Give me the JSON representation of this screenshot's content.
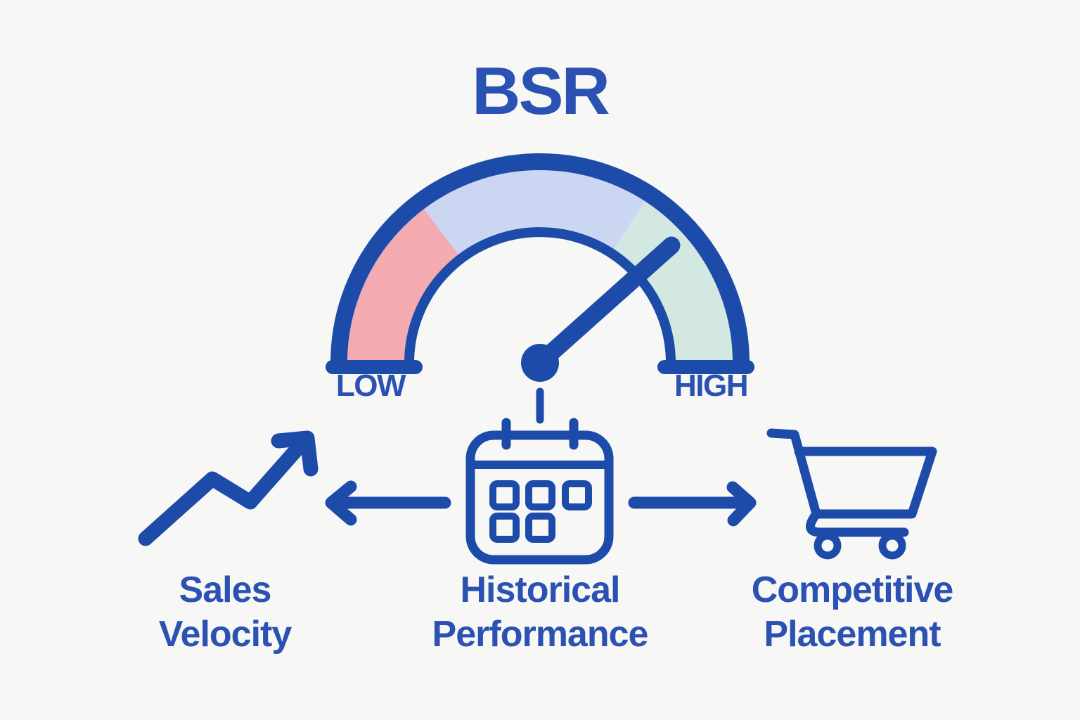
{
  "title": "BSR",
  "gauge": {
    "low_label": "LOW",
    "high_label": "HIGH",
    "needle_angle_deg": 42,
    "needle_points_to": "high",
    "segments": [
      {
        "name": "low",
        "color": "#f4aab1"
      },
      {
        "name": "mid",
        "color": "#cbd7f2"
      },
      {
        "name": "high",
        "color": "#d4e8e2"
      }
    ]
  },
  "factors": [
    {
      "id": "sales-velocity",
      "label": "Sales Velocity",
      "icon": "trending-up-icon"
    },
    {
      "id": "historical-performance",
      "label": "Historical Performance",
      "icon": "calendar-icon"
    },
    {
      "id": "competitive-placement",
      "label": "Competitive Placement",
      "icon": "shopping-cart-icon"
    }
  ],
  "colors": {
    "background": "#f7f7f5",
    "primary_blue": "#1d4ba9",
    "text_blue": "#2b51b3",
    "segment_low": "#f4aab1",
    "segment_mid": "#cbd7f2",
    "segment_high": "#d4e8e2"
  }
}
